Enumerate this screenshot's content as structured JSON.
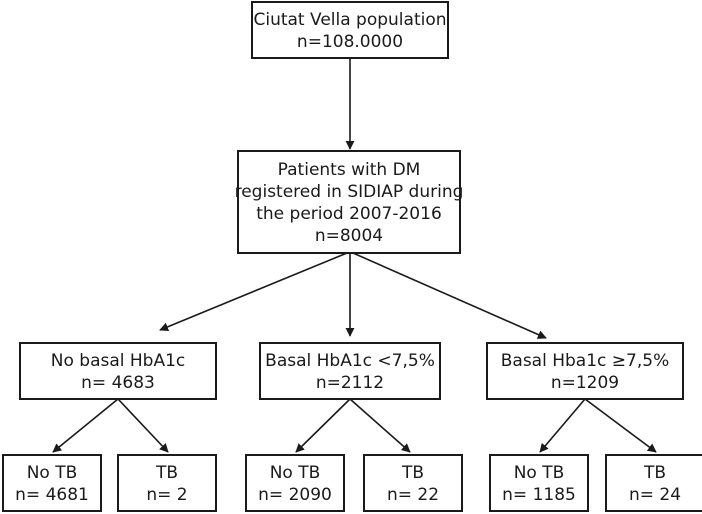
{
  "diagram": {
    "nodes": [
      {
        "id": "root",
        "lines": [
          "Ciutat Vella population",
          "n=108.0000"
        ]
      },
      {
        "id": "dm",
        "lines": [
          "Patients with DM",
          "registered in SIDIAP during",
          "the period 2007-2016",
          "n=8004"
        ]
      },
      {
        "id": "no-basal",
        "lines": [
          "No basal HbA1c",
          "n= 4683"
        ]
      },
      {
        "id": "basal-low",
        "lines": [
          "Basal HbA1c <7,5%",
          "n=2112"
        ]
      },
      {
        "id": "basal-high",
        "lines": [
          "Basal Hba1c ≥7,5%",
          "n=1209"
        ]
      },
      {
        "id": "no-basal-no-tb",
        "lines": [
          "No TB",
          "n= 4681"
        ]
      },
      {
        "id": "no-basal-tb",
        "lines": [
          "TB",
          "n= 2"
        ]
      },
      {
        "id": "basal-low-no-tb",
        "lines": [
          "No TB",
          "n= 2090"
        ]
      },
      {
        "id": "basal-low-tb",
        "lines": [
          "TB",
          "n= 22"
        ]
      },
      {
        "id": "basal-high-no-tb",
        "lines": [
          "No TB",
          "n= 1185"
        ]
      },
      {
        "id": "basal-high-tb",
        "lines": [
          "TB",
          "n= 24"
        ]
      }
    ],
    "edges": [
      {
        "from": "root",
        "to": "dm"
      },
      {
        "from": "dm",
        "to": "no-basal"
      },
      {
        "from": "dm",
        "to": "basal-low"
      },
      {
        "from": "dm",
        "to": "basal-high"
      },
      {
        "from": "no-basal",
        "to": "no-basal-no-tb"
      },
      {
        "from": "no-basal",
        "to": "no-basal-tb"
      },
      {
        "from": "basal-low",
        "to": "basal-low-no-tb"
      },
      {
        "from": "basal-low",
        "to": "basal-low-tb"
      },
      {
        "from": "basal-high",
        "to": "basal-high-no-tb"
      },
      {
        "from": "basal-high",
        "to": "basal-high-tb"
      }
    ]
  }
}
